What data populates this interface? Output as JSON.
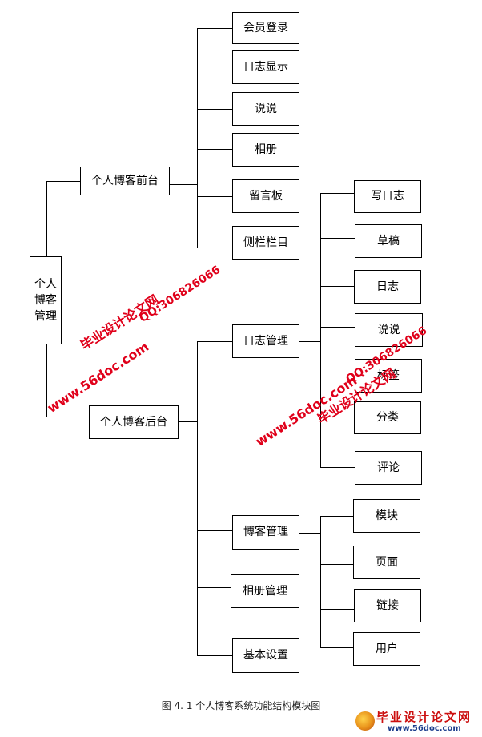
{
  "root": {
    "label_lines": [
      "个人",
      "博客",
      "管理"
    ]
  },
  "frontend": {
    "label": "个人博客前台",
    "children": [
      "会员登录",
      "日志显示",
      "说说",
      "相册",
      "留言板",
      "侧栏栏目"
    ]
  },
  "backend": {
    "label": "个人博客后台",
    "children": [
      "日志管理",
      "博客管理",
      "相册管理",
      "基本设置"
    ],
    "log_children": [
      "写日志",
      "草稿",
      "日志",
      "说说",
      "标签",
      "分类",
      "评论"
    ],
    "blog_children": [
      "模块",
      "页面",
      "链接",
      "用户"
    ]
  },
  "caption": "图 4. 1 个人博客系统功能结构模块图",
  "watermark": {
    "cn": "毕业设计论文网",
    "url": "www.56doc.com",
    "qq": "QQ:306826066",
    "color": "#e0001a"
  },
  "logo": {
    "cn": "毕业设计论文网",
    "url": "www.56doc.com"
  }
}
